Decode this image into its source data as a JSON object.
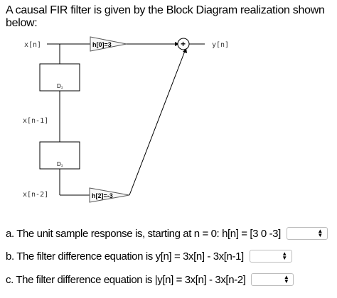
{
  "title": "A causal FIR filter is given by the Block Diagram realization shown below:",
  "diagram": {
    "input_label": "x[n]",
    "delay1_out_label": "x[n-1]",
    "delay2_out_label": "x[n-2]",
    "output_label": "y[n]",
    "gain_top_label": "h[0]=3",
    "gain_bottom_label": "h[2]=-3",
    "delay_label": "D₁",
    "adder_symbol": "+"
  },
  "questions": [
    {
      "text": "a. The unit sample response is, starting at n = 0:  h[n] = [3  0  -3]",
      "select_value": ""
    },
    {
      "text": "b. The filter difference equation is  y[n] = 3x[n] - 3x[n-1]",
      "select_value": ""
    },
    {
      "text": "c. The filter difference equation is |y[n] = 3x[n] - 3x[n-2]",
      "select_value": ""
    }
  ],
  "icons": {
    "select_arrows": "updown-arrows-icon"
  }
}
